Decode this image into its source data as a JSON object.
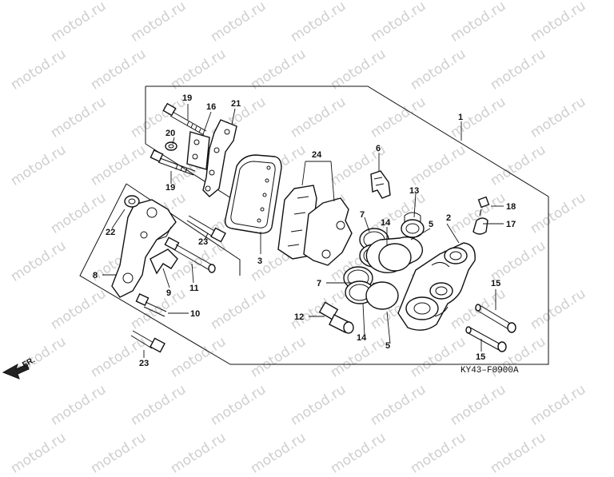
{
  "watermark": "motod.ru",
  "diagram_code": "KY43–F0900A",
  "front_label": "FR.",
  "callouts": {
    "c1": "1",
    "c2": "2",
    "c3": "3",
    "c5a": "5",
    "c5b": "5",
    "c6": "6",
    "c7a": "7",
    "c7b": "7",
    "c8": "8",
    "c9": "9",
    "c10": "10",
    "c11": "11",
    "c12": "12",
    "c13": "13",
    "c14a": "14",
    "c14b": "14",
    "c15a": "15",
    "c15b": "15",
    "c16": "16",
    "c17": "17",
    "c18": "18",
    "c19a": "19",
    "c19b": "19",
    "c20": "20",
    "c21": "21",
    "c22": "22",
    "c23a": "23",
    "c23b": "23",
    "c24": "24"
  },
  "colors": {
    "line": "#111111",
    "watermark": "#cfcfcf",
    "background": "#ffffff"
  }
}
